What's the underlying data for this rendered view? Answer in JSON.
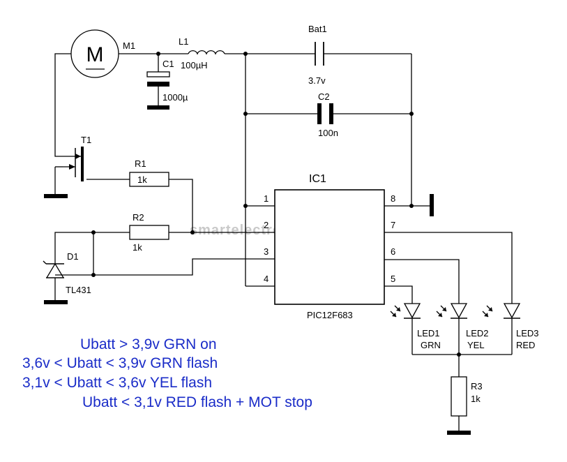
{
  "components": {
    "motor": {
      "ref": "M1",
      "symbol": "M"
    },
    "inductor": {
      "ref": "L1",
      "value": "100µH"
    },
    "cap1": {
      "ref": "C1",
      "value": "1000µ"
    },
    "battery": {
      "ref": "Bat1",
      "value": "3.7v"
    },
    "cap2": {
      "ref": "C2",
      "value": "100n"
    },
    "transistor": {
      "ref": "T1"
    },
    "r1": {
      "ref": "R1",
      "value": "1k"
    },
    "r2": {
      "ref": "R2",
      "value": "1k"
    },
    "r3": {
      "ref": "R3",
      "value": "1k"
    },
    "d1": {
      "ref": "D1",
      "value": "TL431"
    },
    "ic": {
      "ref": "IC1",
      "part": "PIC12F683",
      "pins": [
        "1",
        "2",
        "3",
        "4",
        "5",
        "6",
        "7",
        "8"
      ]
    },
    "led1": {
      "ref": "LED1",
      "color": "GRN"
    },
    "led2": {
      "ref": "LED2",
      "color": "YEL"
    },
    "led3": {
      "ref": "LED3",
      "color": "RED"
    }
  },
  "watermark": "smartelectronix.biz",
  "notes": [
    "Ubatt > 3,9v  GRN on",
    "3,6v < Ubatt < 3,9v GRN flash",
    "3,1v < Ubatt < 3,6v YEL flash",
    "Ubatt < 3,1v RED flash + MOT stop"
  ],
  "colors": {
    "note_text": "#1a2cc8",
    "wire": "#000000",
    "watermark": "#c9c9c9"
  }
}
